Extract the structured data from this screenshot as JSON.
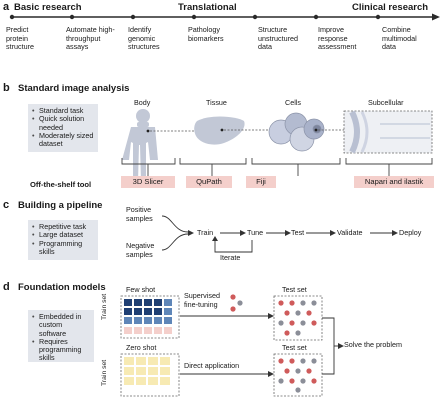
{
  "section_a": {
    "letter": "a",
    "heads": [
      "Basic research",
      "Translational",
      "Clinical research"
    ],
    "items": [
      [
        "Predict",
        "protein",
        "structure"
      ],
      [
        "Automate high-",
        "throughput",
        "assays"
      ],
      [
        "Identify",
        "genomic",
        "structures"
      ],
      [
        "Pathology",
        "biomarkers"
      ],
      [
        "Structure",
        "unstructured",
        "data"
      ],
      [
        "Improve",
        "response",
        "assessment"
      ],
      [
        "Combine",
        "multimodal",
        "data"
      ]
    ]
  },
  "section_b": {
    "letter": "b",
    "title": "Standard image analysis",
    "bullets": [
      "Standard task",
      "Quick solution needed",
      "Moderately sized dataset"
    ],
    "scales": [
      "Body",
      "Tissue",
      "Cells",
      "Subcellular"
    ],
    "tool_label": "Off-the-shelf tool",
    "tools": [
      "3D Slicer",
      "QuPath",
      "Fiji",
      "Napari and ilastik"
    ]
  },
  "section_c": {
    "letter": "c",
    "title": "Building a pipeline",
    "bullets": [
      "Repetitive task",
      "Large dataset",
      "Programming skills"
    ],
    "inputs": [
      [
        "Positive",
        "samples"
      ],
      [
        "Negative",
        "samples"
      ]
    ],
    "steps": [
      "Train",
      "Tune",
      "Test",
      "Validate",
      "Deploy"
    ],
    "loop_label": "Iterate"
  },
  "section_d": {
    "letter": "d",
    "title": "Foundation models",
    "bullets": [
      "Embedded in custom software",
      "Requires programming skills"
    ],
    "few_shot": "Few shot",
    "zero_shot": "Zero shot",
    "train_set": "Train set",
    "test_set": "Test set",
    "supervised": [
      "Supervised",
      "fine-tuning"
    ],
    "direct": "Direct application",
    "solve": "Solve the problem"
  },
  "colors": {
    "navy": "#1f3f73",
    "steel": "#5f86b8",
    "light_blue": "#b9cde6",
    "pink": "#f4cfcb",
    "cream": "#f7eab3",
    "red_dot": "#cf5b5b",
    "grey_dot": "#8b8e98",
    "organ": "#c2c8d6",
    "bullet_box": "#e3e6ec"
  }
}
